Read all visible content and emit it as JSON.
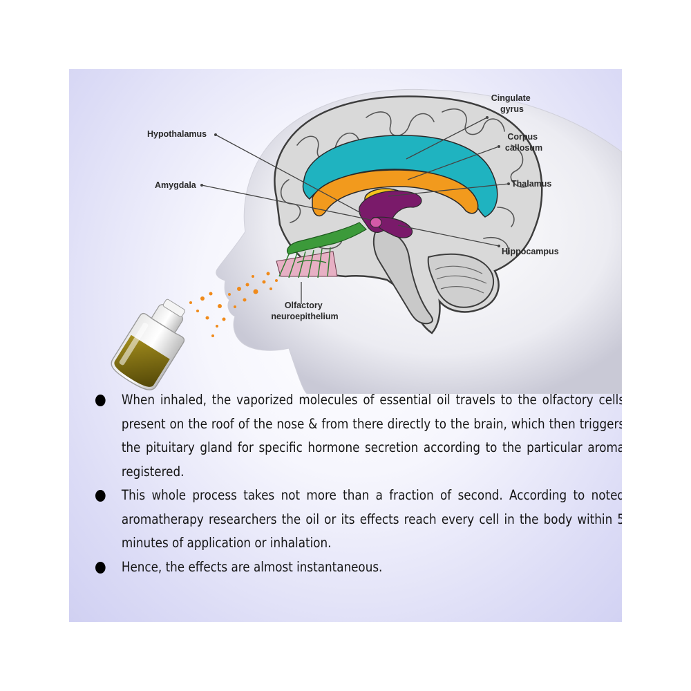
{
  "labels": {
    "cingulate_gyrus": [
      "Cingulate",
      "gyrus"
    ],
    "corpus_callosum": [
      "Corpus",
      "callosum"
    ],
    "thalamus": "Thalamus",
    "hypothalamus": "Hypothalamus",
    "amygdala": "Amygdala",
    "hippocampus": "Hippocampus",
    "olfactory": [
      "Olfactory",
      "neuroepithelium"
    ]
  },
  "colors": {
    "cingulate": "#1fb3c0",
    "corpus_callosum": "#f29a1d",
    "thalamus": "#f6c21c",
    "limbic": "#7a1a6a",
    "olfactory": "#3c9a3a",
    "brain_fill": "#d9d9d9",
    "aroma_dots": "#f08a1a",
    "oil": "#7a6a10"
  },
  "bullets": [
    "When inhaled, the vaporized molecules of essential oil travels to the olfactory cells present on the roof of the nose & from there directly to the brain, which then triggers the pituitary gland for specific hormone secretion according to the particular aroma registered.",
    "This whole process takes not more than a fraction of second. According to noted aromatherapy researchers the oil or its effects reach every cell in the body within 5 minutes of application or inhalation.",
    "Hence, the effects are almost instantaneous."
  ]
}
